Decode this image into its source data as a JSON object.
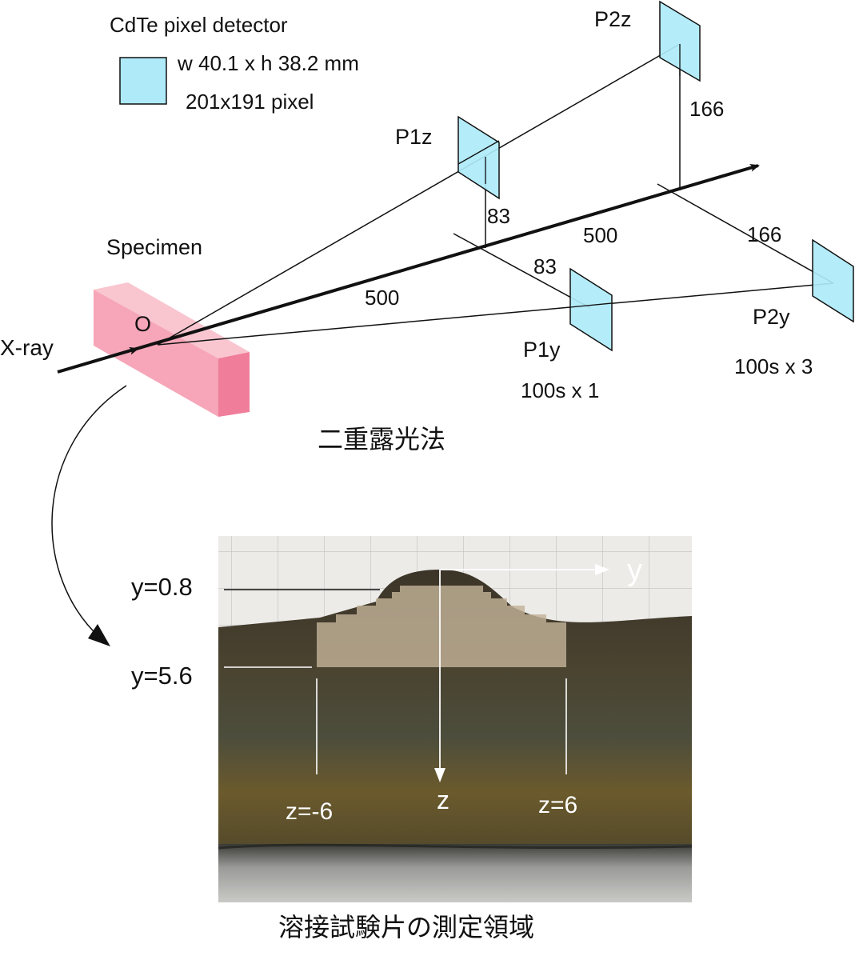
{
  "legend": {
    "title": "CdTe pixel detector",
    "size": "w 40.1 x h 38.2 mm",
    "pixels": "201x191 pixel",
    "swatch_color": "#aeeaf8"
  },
  "specimen": {
    "label": "Specimen",
    "origin": "O",
    "color": "#f7a3b7"
  },
  "beam": {
    "label": "X-ray"
  },
  "detectors": {
    "p1z": "P1z",
    "p2z": "P2z",
    "p1y": "P1y",
    "p2y": "P2y",
    "p1y_exposure": "100s x 1",
    "p2y_exposure": "100s x 3"
  },
  "distances": {
    "d500_a": "500",
    "d500_b": "500",
    "d83_z": "83",
    "d83_y": "83",
    "d166_z": "166",
    "d166_y": "166"
  },
  "method_caption": "二重露光法",
  "section": {
    "y_top": "y=0.8",
    "y_bottom": "y=5.6",
    "z_left": "z=-6",
    "z_right": "z=6",
    "axis_y": "y",
    "axis_z": "z",
    "caption": "溶接試験片の測定領域"
  },
  "colors": {
    "detector": "#aeeaf8",
    "steel_dark": "#3f3a2b",
    "region_fill": "#bba98f"
  }
}
